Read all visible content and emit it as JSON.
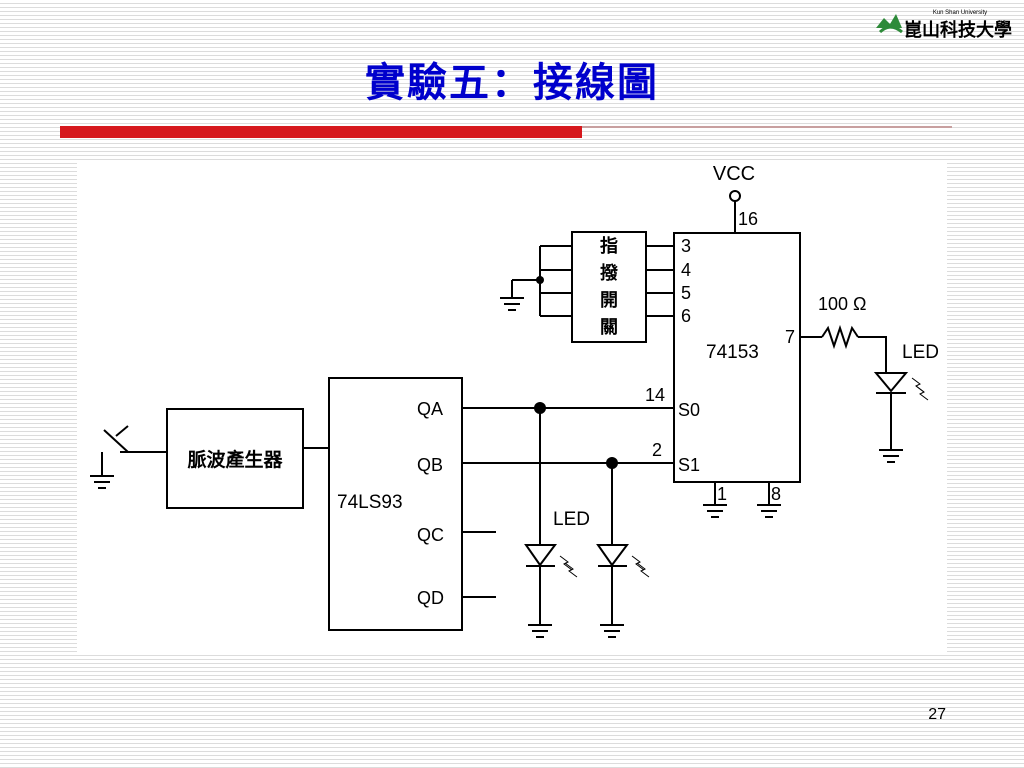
{
  "slide": {
    "title": "實驗五：接線圖",
    "page_number": "27"
  },
  "logo": {
    "university_en": "Kun Shan University",
    "university_zh": "崑山科技大學"
  },
  "diagram": {
    "vcc": "VCC",
    "pin_16": "16",
    "dip_switch_label": [
      "指",
      "撥",
      "開",
      "關"
    ],
    "pins_left": [
      "3",
      "4",
      "5",
      "6"
    ],
    "mux_chip": "74153",
    "pin_7": "7",
    "resistor": "100 Ω",
    "led": "LED",
    "pin_14": "14",
    "s0": "S0",
    "pin_2": "2",
    "s1": "S1",
    "pin_1": "1",
    "pin_8": "8",
    "pulse_generator": "脈波產生器",
    "counter_chip": "74LS93",
    "qa": "QA",
    "qb": "QB",
    "qc": "QC",
    "qd": "QD"
  }
}
